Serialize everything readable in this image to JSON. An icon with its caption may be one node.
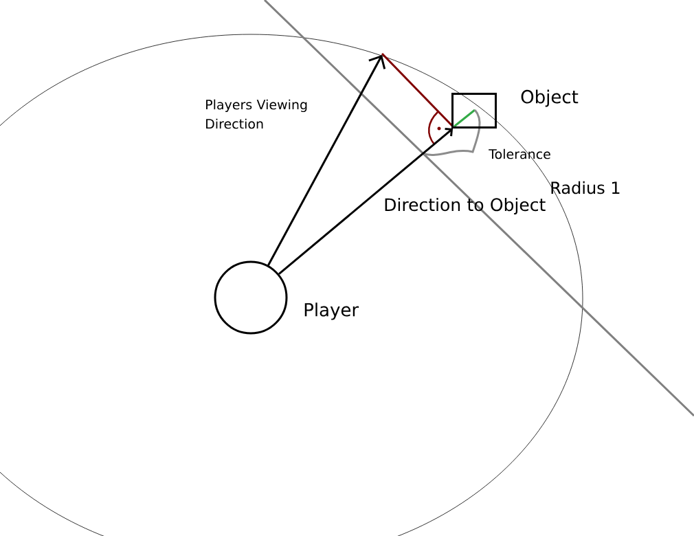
{
  "diagram": {
    "nodes": [
      {
        "text": [],
        "shape": "circle",
        "beside": [
          "Player"
        ]
      },
      {
        "text": [],
        "shape": "box",
        "beside": [
          "Object"
        ]
      }
    ],
    "edges": [
      {
        "from": 0,
        "to": null,
        "arrow": "to",
        "label": "Players Viewing Direction"
      },
      {
        "from": 0,
        "to": 1,
        "arrow": "to",
        "label": "Direction to Object"
      }
    ],
    "labels": [
      "Tolerance",
      "Radius 1"
    ]
  }
}
